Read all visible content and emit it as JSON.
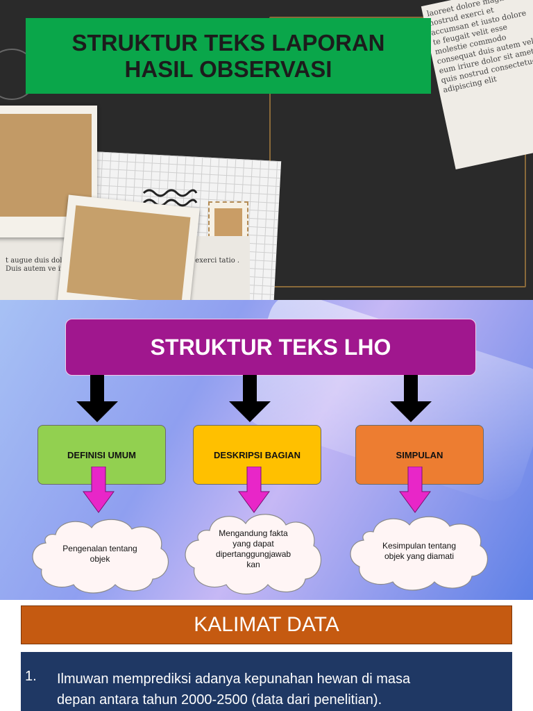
{
  "slide1": {
    "title": "STRUKTUR TEKS LAPORAN\nHASIL OBSERVASI",
    "colors": {
      "background": "#2a2a2a",
      "title_box": "#0aa64a",
      "title_text": "#1c1c1c"
    },
    "decoration_text_right": "laoreet dolore magna quis nostrud exerci et accumsan et iusto dolore te feugait velit esse molestie commodo consequat duis autem vel eum iriure dolor sit amet, quis nostrud consectetuer adipiscing elit",
    "decoration_text_bottom": "t augue duis dolore cons ectetuer adipisc exerci tatio exerci tatio . Duis autem ve in iusto consequat, velit esse"
  },
  "slide2": {
    "title": "STRUKTUR TEKS LHO",
    "categories": [
      {
        "label": "DEFINISI UMUM",
        "color": "#92d050",
        "description": "Pengenalan tentang\nobjek"
      },
      {
        "label": "DESKRIPSI BAGIAN",
        "color": "#ffc000",
        "description": "Mengandung fakta\nyang dapat\ndipertanggungjawab\nkan"
      },
      {
        "label": "SIMPULAN",
        "color": "#ed7d31",
        "description": "Kesimpulan tentang\nobjek yang diamati"
      }
    ],
    "colors": {
      "title_box": "#a0178e",
      "arrow_black": "#000000",
      "arrow_pink": "#e826c8",
      "cloud": "#fff5f5"
    }
  },
  "slide3": {
    "heading": "KALIMAT DATA",
    "items": [
      {
        "number": "1.",
        "text": "Ilmuwan memprediksi adanya kepunahan hewan di masa\ndepan antara tahun 2000-2500 (data dari penelitian)."
      }
    ],
    "colors": {
      "heading_box": "#c55a11",
      "list_box": "#1f3864"
    }
  }
}
